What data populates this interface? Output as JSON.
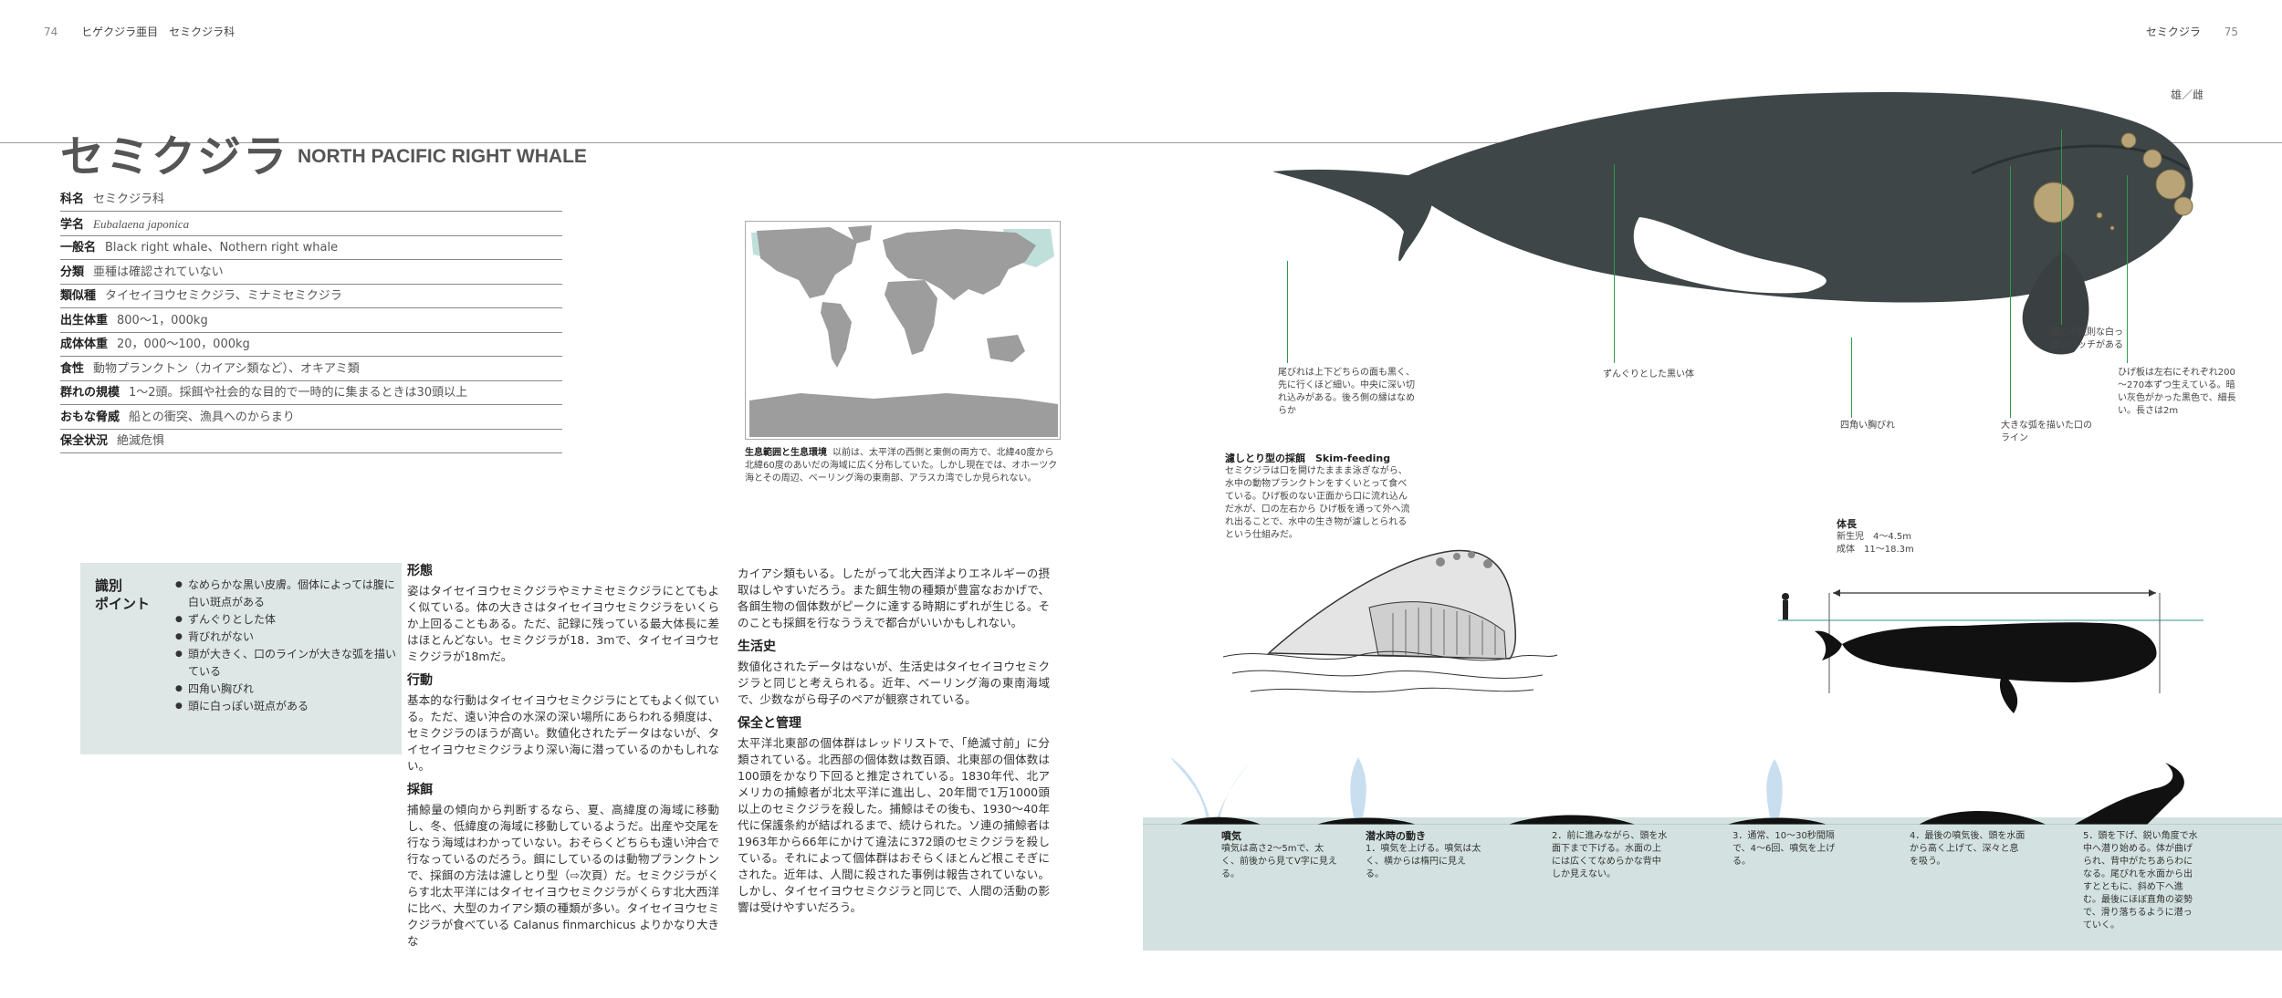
{
  "header": {
    "left_page": "74",
    "left_title": "ヒゲクジラ亜目　セミクジラ科",
    "right_title": "セミクジラ",
    "right_page": "75"
  },
  "sex_label": "雄／雌",
  "title": {
    "jp": "セミクジラ",
    "en": "NORTH PACIFIC RIGHT WHALE"
  },
  "info": [
    {
      "label": "科名",
      "value": "セミクジラ科"
    },
    {
      "label": "学名",
      "value": "Eubalaena japonica",
      "italic": true
    },
    {
      "label": "一般名",
      "value": "Black right whale、Nothern right whale"
    },
    {
      "label": "分類",
      "value": "亜種は確認されていない"
    },
    {
      "label": "類似種",
      "value": "タイセイヨウセミクジラ、ミナミセミクジラ"
    },
    {
      "label": "出生体重",
      "value": "800～1，000kg"
    },
    {
      "label": "成体体重",
      "value": "20，000～100，000kg"
    },
    {
      "label": "食性",
      "value": "動物プランクトン（カイアシ類など）、オキアミ類"
    },
    {
      "label": "群れの規模",
      "value": "1～2頭。採餌や社会的な目的で一時的に集まるときは30頭以上"
    },
    {
      "label": "おもな脅威",
      "value": "船との衝突、漁具へのからまり"
    },
    {
      "label": "保全状況",
      "value": "絶滅危惧"
    }
  ],
  "map_caption": {
    "title": "生息範囲と生息環境",
    "text": "以前は、太平洋の西側と東側の両方で、北緯40度から北緯60度のあいだの海域に広く分布していた。しかし現在では、オホーツク海とその周辺、ベーリング海の東南部、アラスカ湾でしか見られない。"
  },
  "identification": {
    "title": [
      "識別",
      "ポイント"
    ],
    "points": [
      "なめらかな黒い皮膚。個体によっては腹に白い斑点がある",
      "ずんぐりとした体",
      "背びれがない",
      "頭が大きく、口のラインが大きな弧を描いている",
      "四角い胸びれ",
      "頭に白っぽい斑点がある"
    ]
  },
  "body_col1": {
    "h1": "形態",
    "p1": "姿はタイセイヨウセミクジラやミナミセミクジラにとてもよく似ている。体の大きさはタイセイヨウセミクジラをいくらか上回ることもある。ただ、記録に残っている最大体長に差はほとんどない。セミクジラが18．3mで、タイセイヨウセミクジラが18mだ。",
    "h2": "行動",
    "p2": "基本的な行動はタイセイヨウセミクジラにとてもよく似ている。ただ、遠い沖合の水深の深い場所にあらわれる頻度は、セミクジラのほうが高い。数値化されたデータはないが、タイセイヨウセミクジラより深い海に潜っているのかもしれない。",
    "h3": "採餌",
    "p3": "捕鯨量の傾向から判断するなら、夏、高緯度の海域に移動し、冬、低緯度の海域に移動しているようだ。出産や交尾を行なう海域はわかっていない。おそらくどちらも遠い沖合で行なっているのだろう。餌にしているのは動物プランクトンで、採餌の方法は濾しとり型（⇨次頁）だ。セミクジラがくらす北太平洋にはタイセイヨウセミクジラがくらす北大西洋に比べ、大型のカイアシ類の種類が多い。タイセイヨウセミクジラが食べている Calanus finmarchicus よりかなり大きな"
  },
  "body_col2": {
    "p0": "カイアシ類もいる。したがって北大西洋よりエネルギーの摂取はしやすいだろう。また餌生物の種類が豊富なおかげで、各餌生物の個体数がピークに達する時期にずれが生じる。そのことも採餌を行なううえで都合がいいかもしれない。",
    "h1": "生活史",
    "p1": "数値化されたデータはないが、生活史はタイセイヨウセミクジラと同じと考えられる。近年、ベーリング海の東南海域で、少数ながら母子のペアが観察されている。",
    "h2": "保全と管理",
    "p2": "太平洋北東部の個体群はレッドリストで、「絶滅寸前」に分類されている。北西部の個体数は数百頭、北東部の個体数は100頭をかなり下回ると推定されている。1830年代、北アメリカの捕鯨者が北太平洋に進出し、20年間で1万1000頭以上のセミクジラを殺した。捕鯨はその後も、1930～40年代に保護条約が結ばれるまで、続けられた。ソ連の捕鯨者は1963年から66年にかけて違法に372頭のセミクジラを殺している。それによって個体群はおそらくほとんど根こそぎにされた。近年は、人間に殺された事例は報告されていない。しかし、タイセイヨウセミクジラと同じで、人間の活動の影響は受けやすいだろう。"
  },
  "whale_labels": {
    "tail": "尾びれは上下どちらの面も黒く、先に行くほど細い。中央に深い切れ込みがある。後ろ側の縁はなめらか",
    "body": "ずんぐりとした黒い体",
    "flipper": "四角い胸びれ",
    "mouth": "大きな弧を描いた口のライン",
    "callosity": "頭に不規則な白っぽいバッチがある",
    "baleen": "ひげ板は左右にそれぞれ200～270本ずつ生えている。暗い灰色がかった黒色で、細長い。長さは2m"
  },
  "skim": {
    "title": "濾しとり型の採餌　Skim-feeding",
    "text": "セミクジラは口を開けたままま泳ぎながら、水中の動物プランクトンをすくいとって食べている。ひげ板のない正面から口に流れ込んだ水が、口の左右から ひげ板を通って外へ流れ出ることで、水中の生き物が濾しとられるという仕組みだ。"
  },
  "body_length": {
    "title": "体長",
    "rows": [
      {
        "label": "新生児",
        "value": "4～4.5m"
      },
      {
        "label": "成体",
        "value": "11～18.3m"
      }
    ]
  },
  "blow_sequence": [
    {
      "title": "噴気",
      "text": "噴気は高さ2～5mで、太く、前後から見てV字に見える。"
    },
    {
      "title": "潜水時の動き",
      "text": "1．噴気を上げる。噴気は太く、横からは楕円に見える。"
    },
    {
      "title": "",
      "text": "2．前に進みながら、頭を水面下まで下げる。水面の上には広くてなめらかな背中しか見えない。"
    },
    {
      "title": "",
      "text": "3．通常、10～30秒間隔で、4～6回、噴気を上げる。"
    },
    {
      "title": "",
      "text": "4．最後の噴気後、頭を水面から高く上げて、深々と息を吸う。"
    },
    {
      "title": "",
      "text": "5．頭を下げ、鋭い角度で水中へ潜り始める。体が曲げられ、背中がたちあらわになる。尾びれを水面から出すとともに、斜め下へ進む。最後にほぼ直角の姿勢で、滑り落ちるように潜っていく。"
    }
  ],
  "colors": {
    "whale_body": "#3f4647",
    "band": "#d3e2e0",
    "leader_line": "#2e9a4c",
    "map_land": "#9d9d9d",
    "map_range": "#bfe0da"
  }
}
